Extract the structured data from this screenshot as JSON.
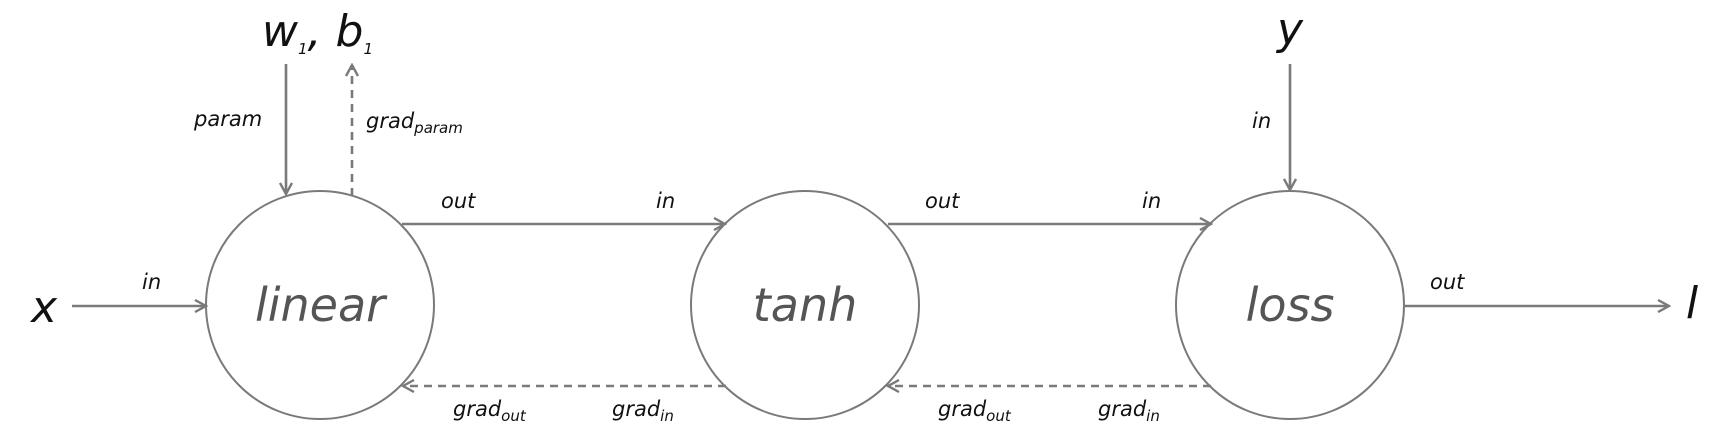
{
  "nodes": {
    "linear": "linear",
    "tanh": "tanh",
    "loss": "loss"
  },
  "variables": {
    "input_x": "x",
    "params": {
      "w": "w",
      "w_sub": "1",
      "sep": ", ",
      "b": "b",
      "b_sub": "1"
    },
    "target_y": "y",
    "output_l": "l"
  },
  "ports": {
    "in": "in",
    "out": "out",
    "param": "param",
    "grad": "grad",
    "sub_param": "param",
    "sub_out": "out",
    "sub_in": "in"
  },
  "colors": {
    "edge": "#7a7a7a",
    "node_stroke": "#7a7a7a",
    "node_text": "#555555",
    "text": "#111111"
  }
}
